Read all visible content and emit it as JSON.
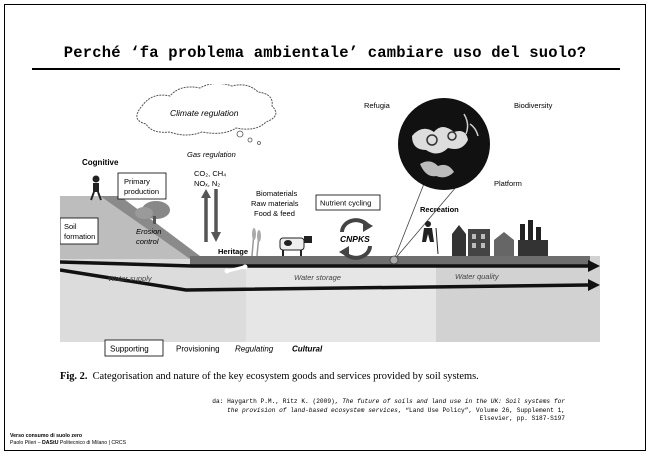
{
  "slide": {
    "title": "Perché ‘fa problema ambientale’ cambiare uso del suolo?"
  },
  "figure": {
    "labels": {
      "climate_regulation": "Climate regulation",
      "gas_regulation": "Gas regulation",
      "gas_formula_1": "CO₂, CH₄",
      "gas_formula_2": "NOₓ, N₂",
      "cognitive": "Cognitive",
      "primary_production_1": "Primary",
      "primary_production_2": "production",
      "soil_formation_1": "Soil",
      "soil_formation_2": "formation",
      "erosion_control_1": "Erosion",
      "erosion_control_2": "control",
      "heritage": "Heritage",
      "biomaterials": "Biomaterials",
      "raw_materials": "Raw materials",
      "food_feed": "Food & feed",
      "nutrient_cycling": "Nutrient cycling",
      "cnpks": "CNPKS",
      "refugia": "Refugia",
      "biodiversity": "Biodiversity",
      "platform": "Platform",
      "recreation": "Recreation",
      "water_supply": "Water supply",
      "water_storage": "Water storage",
      "water_quality": "Water quality"
    },
    "legend": {
      "supporting": "Supporting",
      "provisioning": "Provisioning",
      "regulating": "Regulating",
      "cultural": "Cultural"
    },
    "caption_label": "Fig. 2.",
    "caption_text": "Categorisation and nature of the key ecosystem goods and services provided by soil systems."
  },
  "reference": {
    "prefix": "da: Haygarth P.M., Ritz K. (2009), ",
    "title": "The future of soils and land use in the UK: Soil systems for\nthe provision of land-based ecosystem services",
    "suffix": ", “Land Use Policy”, Volume 26, Supplement 1,\nElsevier, pp. S187-S197"
  },
  "footer": {
    "line1": "Verso consumo di suolo zero",
    "line2_a": "Paolo Pileri – ",
    "line2_b": "DAStU",
    "line2_c": " Politecnico di Milano | CRCS"
  }
}
